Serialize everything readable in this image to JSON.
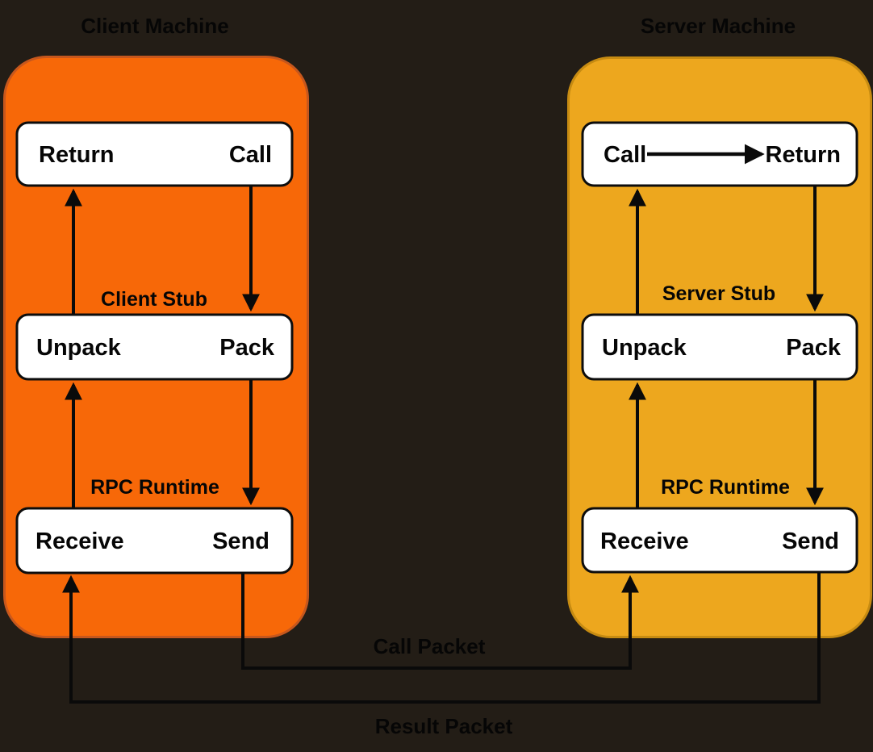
{
  "colors": {
    "background": "#231D16",
    "line": "#0A0A0A",
    "text": "#060606",
    "box_fill": "#FFFFFF",
    "box_stroke": "#0D0D0D",
    "client_fill": "#F76808",
    "client_stroke": "#C6571D",
    "server_fill": "#EDA71E",
    "server_stroke": "#C68B12"
  },
  "client": {
    "title": "Client Machine",
    "boxes": [
      {
        "left": "Return",
        "right": "Call"
      },
      {
        "label": "Client Stub",
        "left": "Unpack",
        "right": "Pack"
      },
      {
        "label": "RPC Runtime",
        "left": "Receive",
        "right": "Send"
      }
    ]
  },
  "server": {
    "title": "Server Machine",
    "boxes": [
      {
        "left": "Call",
        "right": "Return"
      },
      {
        "label": "Server Stub",
        "left": "Unpack",
        "right": "Pack"
      },
      {
        "label": "RPC Runtime",
        "left": "Receive",
        "right": "Send"
      }
    ]
  },
  "packets": {
    "call_label": "Call Packet",
    "result_label": "Result Packet"
  }
}
